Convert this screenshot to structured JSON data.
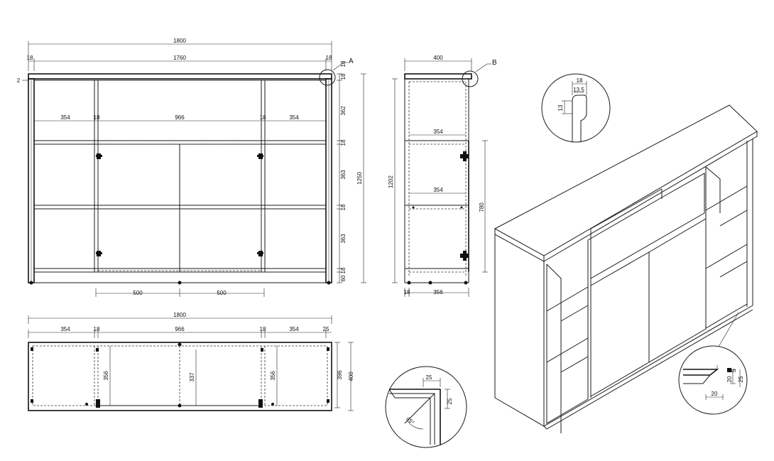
{
  "front_view": {
    "dims": {
      "overall_width": "1800",
      "inner_width": "1760",
      "side_left": "18",
      "side_right": "18",
      "top_offset": "2",
      "left_compartment": "354",
      "center_compartment": "966",
      "right_compartment": "354",
      "divider_left": "18",
      "divider_right": "18",
      "h_top": "18",
      "h_top2": "18",
      "h_shelf_1": "362",
      "h_shelf_sep_1": "18",
      "h_shelf_2": "363",
      "h_shelf_sep_2": "18",
      "h_shelf_3": "363",
      "h_shelf_sep_3": "18",
      "h_plinth": "60",
      "overall_height": "1250",
      "door_1": "500",
      "door_2": "500"
    },
    "detail_marker": "A"
  },
  "side_view": {
    "dims": {
      "depth": "400",
      "inner_shelf_1": "354",
      "inner_shelf_2": "354",
      "height": "1202",
      "door_height": "780",
      "bottom_left": "18",
      "bottom_depth": "356"
    },
    "detail_marker": "B"
  },
  "plan_view": {
    "dims": {
      "overall_width": "1800",
      "left": "354",
      "divider_left": "18",
      "center": "966",
      "divider_right": "18",
      "right": "354",
      "back": "25",
      "depth_left": "356",
      "depth_center": "337",
      "depth_right": "356",
      "depth_inner": "396",
      "depth_total": "400"
    }
  },
  "detail_top_profile": {
    "dims": {
      "outer": "18",
      "inner": "13.5",
      "height": "13"
    }
  },
  "detail_corner": {
    "dims": {
      "width": "25",
      "height": "25",
      "angle": "45°"
    }
  },
  "detail_edge": {
    "dims": {
      "horizontal": "20",
      "vertical_a": "20",
      "vertical_b": "5",
      "vertical_c": "25"
    }
  }
}
